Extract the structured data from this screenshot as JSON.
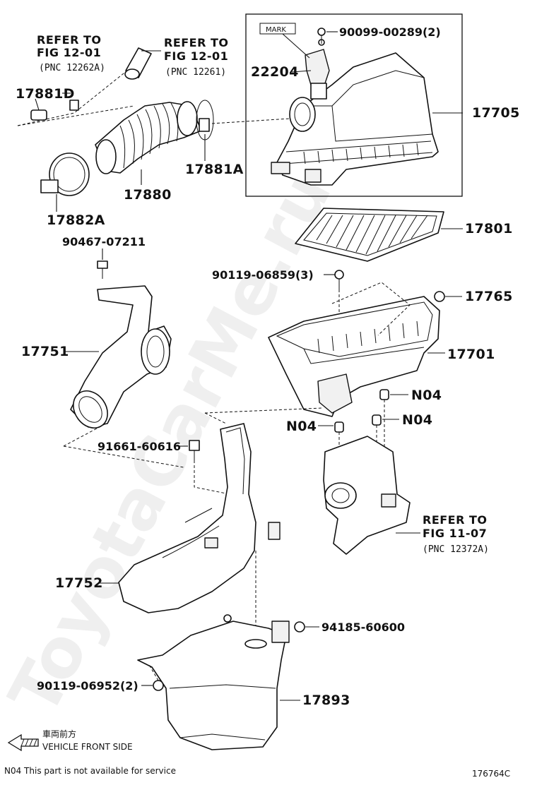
{
  "watermark": "ToyotaCarMe.ru",
  "refs": {
    "ref1": {
      "line1": "REFER TO",
      "line2": "FIG 12-01",
      "pnc": "(PNC 12262A)"
    },
    "ref2": {
      "line1": "REFER TO",
      "line2": "FIG 12-01",
      "pnc": "(PNC 12261)"
    },
    "ref3": {
      "line1": "REFER TO",
      "line2": "FIG 11-07",
      "pnc": "(PNC 12372A)"
    }
  },
  "labels": {
    "mark": "MARK",
    "p90099": "90099-00289(2)",
    "p22204": "22204",
    "p17705": "17705",
    "p17881D": "17881D",
    "p17881A": "17881A",
    "p17880": "17880",
    "p17882A": "17882A",
    "p90467": "90467-07211",
    "p17801": "17801",
    "p90119a": "90119-06859(3)",
    "p17765": "17765",
    "p17751": "17751",
    "p17701": "17701",
    "n04a": "N04",
    "n04b": "N04",
    "n04c": "N04",
    "p91661": "91661-60616",
    "p17752": "17752",
    "p94185": "94185-60600",
    "p90119b": "90119-06952(2)",
    "p17893": "17893"
  },
  "legend": {
    "front_jp": "車両前方",
    "front_en": "VEHICLE FRONT SIDE"
  },
  "footer": {
    "note": "N04 This part is not available for service",
    "illustration_id": "176764C"
  }
}
